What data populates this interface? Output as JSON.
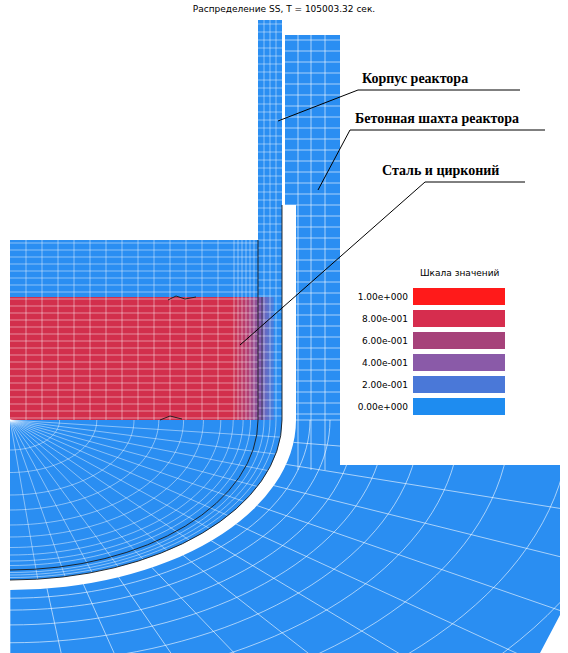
{
  "diagram": {
    "title": "Распределение SS, T = 105003.32 сек.",
    "labels": [
      "Корпус реактора",
      "Бетонная шахта реактора",
      "Сталь и цирконий",
      "Шкала значений"
    ],
    "legend": [
      {
        "text": "1.00e+000",
        "color": "#ff1a1a"
      },
      {
        "text": "8.00e-001",
        "color": "#d62d4e"
      },
      {
        "text": "6.00e-001",
        "color": "#a6427a"
      },
      {
        "text": "4.00e-001",
        "color": "#8a5aa8"
      },
      {
        "text": "2.00e-001",
        "color": "#4a78d8"
      },
      {
        "text": "0.00e+000",
        "color": "#1e8cf0"
      }
    ]
  }
}
